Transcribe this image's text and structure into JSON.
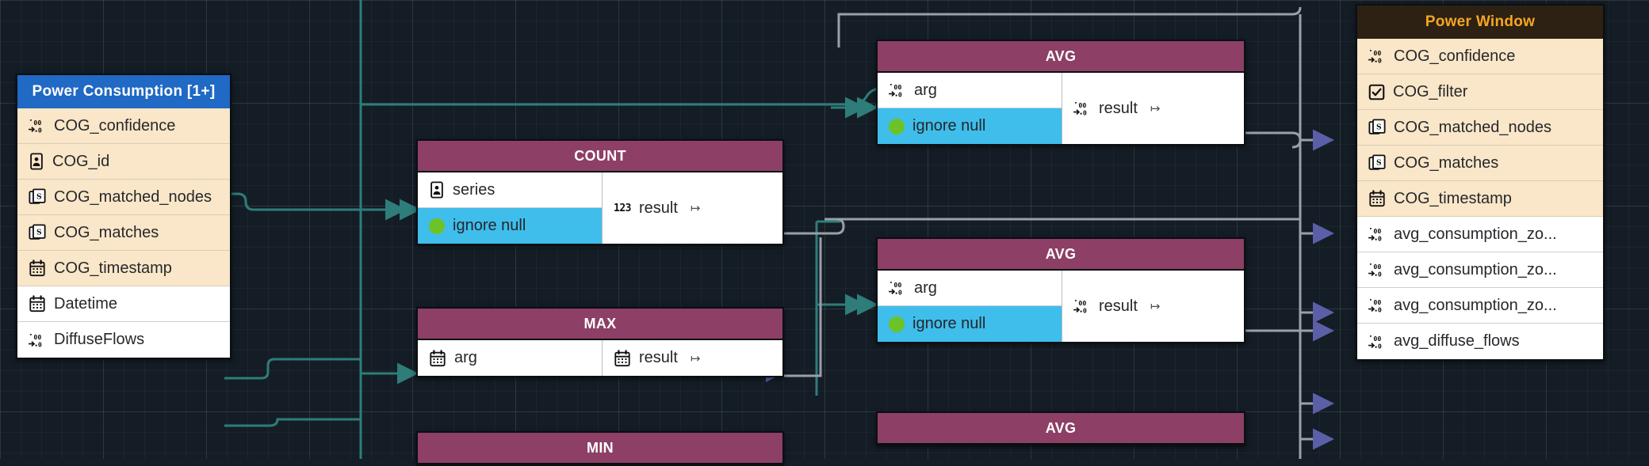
{
  "canvas": {
    "background": "#141d25",
    "grid_color": "#ffffff12"
  },
  "palette": {
    "table_header_blue": "#2069c4",
    "table_header_brown": "#2c2113",
    "table_header_brown_text": "#f5a623",
    "function_header": "#8d3f65",
    "row_tan": "#fae6c8",
    "row_white": "#ffffff",
    "port_cyan": "#3fbdeb",
    "bool_dot_green": "#6cc327",
    "edge_teal": "#2e7d7a",
    "edge_gray": "#9aa0a6",
    "arrow_purple": "#5b5fa8"
  },
  "source_table": {
    "title": "Power Consumption [1+]",
    "header_style": "blue",
    "rows": [
      {
        "label": "COG_confidence",
        "icon": "decimal-icon",
        "style": "tan"
      },
      {
        "label": "COG_id",
        "icon": "id-card-icon",
        "style": "tan"
      },
      {
        "label": "COG_matched_nodes",
        "icon": "string-stack-icon",
        "style": "tan"
      },
      {
        "label": "COG_matches",
        "icon": "string-stack-icon",
        "style": "tan"
      },
      {
        "label": "COG_timestamp",
        "icon": "calendar-icon",
        "style": "tan"
      },
      {
        "label": "Datetime",
        "icon": "calendar-icon",
        "style": "white"
      },
      {
        "label": "DiffuseFlows",
        "icon": "decimal-icon",
        "style": "white"
      }
    ]
  },
  "target_table": {
    "title": "Power Window",
    "header_style": "brown",
    "rows": [
      {
        "label": "COG_confidence",
        "icon": "decimal-icon",
        "style": "tan"
      },
      {
        "label": "COG_filter",
        "icon": "checkbox-icon",
        "style": "tan"
      },
      {
        "label": "COG_matched_nodes",
        "icon": "string-stack-icon",
        "style": "tan"
      },
      {
        "label": "COG_matches",
        "icon": "string-stack-icon",
        "style": "tan"
      },
      {
        "label": "COG_timestamp",
        "icon": "calendar-icon",
        "style": "tan"
      },
      {
        "label": "avg_consumption_zo...",
        "icon": "decimal-icon",
        "style": "white"
      },
      {
        "label": "avg_consumption_zo...",
        "icon": "decimal-icon",
        "style": "white"
      },
      {
        "label": "avg_consumption_zo...",
        "icon": "decimal-icon",
        "style": "white"
      },
      {
        "label": "avg_diffuse_flows",
        "icon": "decimal-icon",
        "style": "white"
      }
    ]
  },
  "functions": [
    {
      "id": "count",
      "title": "COUNT",
      "inputs": [
        {
          "label": "series",
          "icon": "id-card-icon",
          "style": "white"
        },
        {
          "label": "ignore null",
          "icon": "bool-dot-icon",
          "style": "cyan"
        }
      ],
      "outputs": [
        {
          "label": "result",
          "icon": "integer-123-icon",
          "suffix": "↦"
        }
      ]
    },
    {
      "id": "max",
      "title": "MAX",
      "inputs": [
        {
          "label": "arg",
          "icon": "calendar-icon",
          "style": "white"
        }
      ],
      "outputs": [
        {
          "label": "result",
          "icon": "calendar-icon",
          "suffix": "↦"
        }
      ]
    },
    {
      "id": "min",
      "title": "MIN",
      "inputs": [],
      "outputs": []
    },
    {
      "id": "avg-1",
      "title": "AVG",
      "inputs": [
        {
          "label": "arg",
          "icon": "decimal-icon",
          "style": "white"
        },
        {
          "label": "ignore null",
          "icon": "bool-dot-icon",
          "style": "cyan"
        }
      ],
      "outputs": [
        {
          "label": "result",
          "icon": "decimal-icon",
          "suffix": "↦"
        }
      ]
    },
    {
      "id": "avg-2",
      "title": "AVG",
      "inputs": [
        {
          "label": "arg",
          "icon": "decimal-icon",
          "style": "white"
        },
        {
          "label": "ignore null",
          "icon": "bool-dot-icon",
          "style": "cyan"
        }
      ],
      "outputs": [
        {
          "label": "result",
          "icon": "decimal-icon",
          "suffix": "↦"
        }
      ]
    },
    {
      "id": "avg-3",
      "title": "AVG",
      "inputs": [],
      "outputs": []
    }
  ]
}
